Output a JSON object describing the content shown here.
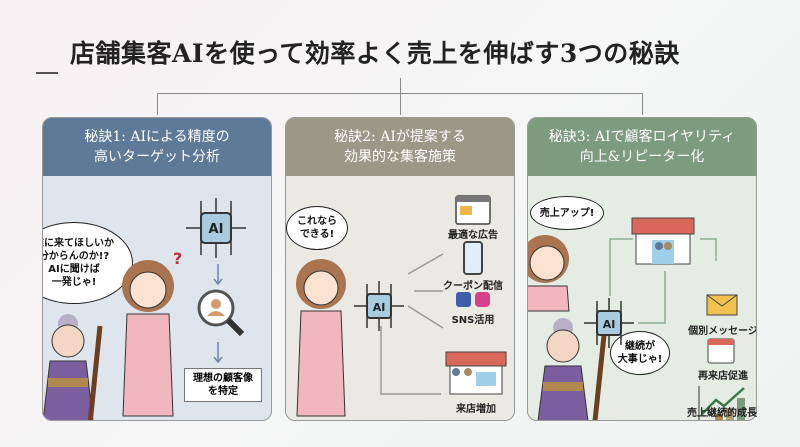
{
  "title": "店舗集客AIを使って効率よく売上を伸ばす3つの秘訣",
  "colors": {
    "panel1": "#5f7998",
    "panel2": "#9b9887",
    "panel3": "#7d9b7f"
  },
  "panels": [
    {
      "heading_line1": "秘訣1: AIによる精度の",
      "heading_line2": "高いターゲット分析",
      "bubble_lines": [
        "誰に来てほしいか",
        "分からんのか!?",
        "AIに聞けば",
        "一発じゃ!"
      ],
      "chip_label": "AI",
      "result_line1": "理想の顧客像",
      "result_line2": "を特定"
    },
    {
      "heading_line1": "秘訣2: AIが提案する",
      "heading_line2": "効果的な集客施策",
      "bubble_lines": [
        "これなら",
        "できる!"
      ],
      "chip_label": "AI",
      "items": [
        "最適な広告",
        "クーポン配信",
        "SNS活用",
        "来店増加"
      ]
    },
    {
      "heading_line1": "秘訣3: AIで顧客ロイヤリティ",
      "heading_line2": "向上&リピーター化",
      "bubble1": "売上アップ!",
      "bubble2_lines": [
        "継続が",
        "大事じゃ!"
      ],
      "chip_label": "AI",
      "items": [
        "個別メッセージ",
        "再来店促進",
        "売上継続的成長"
      ]
    }
  ]
}
